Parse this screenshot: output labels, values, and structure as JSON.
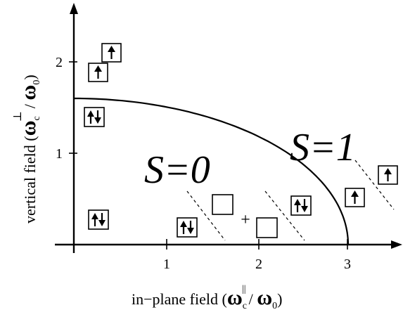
{
  "x_axis": {
    "ticks": [
      "1",
      "2",
      "3"
    ],
    "title_prefix": "in−plane field (",
    "omega": "ω",
    "sub_c": "c",
    "sup_par": "||",
    "slash": "/ ",
    "sub_0": "0",
    "close": ")"
  },
  "y_axis": {
    "ticks": [
      "1",
      "2"
    ],
    "title_prefix": "vertical field (",
    "omega": "ω",
    "sub_c": "c",
    "sup_perp": "⊥",
    "slash": "/ ",
    "sub_0": "0",
    "close": ")"
  },
  "regions": {
    "s0": "S=0",
    "s1": "S=1"
  },
  "plus_sign": "+",
  "boundary": {
    "intercept_y": 1.6,
    "intercept_x": 3.0
  }
}
